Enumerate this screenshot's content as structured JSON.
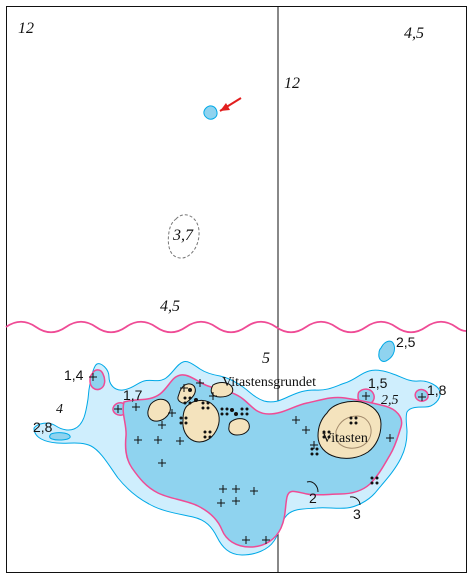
{
  "colors": {
    "water": "#ffffff",
    "shallow": "#8fd3ef",
    "shallow_outer": "#cfeefd",
    "land": "#f4e3bd",
    "contour": "#ef4b95",
    "border": "#111111",
    "arrow": "#e21e1e"
  },
  "labels": {
    "depth_top_left": "12",
    "depth_top_right": "4,5",
    "depth_divider": "12",
    "depth_shoal": "3,7",
    "depth_mid": "4,5",
    "depth_south": "5",
    "depth_west_1": "1,4",
    "depth_west_2": "1,7",
    "depth_west_3": "4",
    "depth_west_4": "2,8",
    "depth_east_1": "2,5",
    "depth_east_2": "1,5",
    "depth_east_3": "2,5",
    "depth_east_4": "1,8",
    "contour_2": "2",
    "contour_3": "3",
    "place_vitastensgrundet": "Vitastensgrundet",
    "place_vitasten": "Vitasten"
  }
}
